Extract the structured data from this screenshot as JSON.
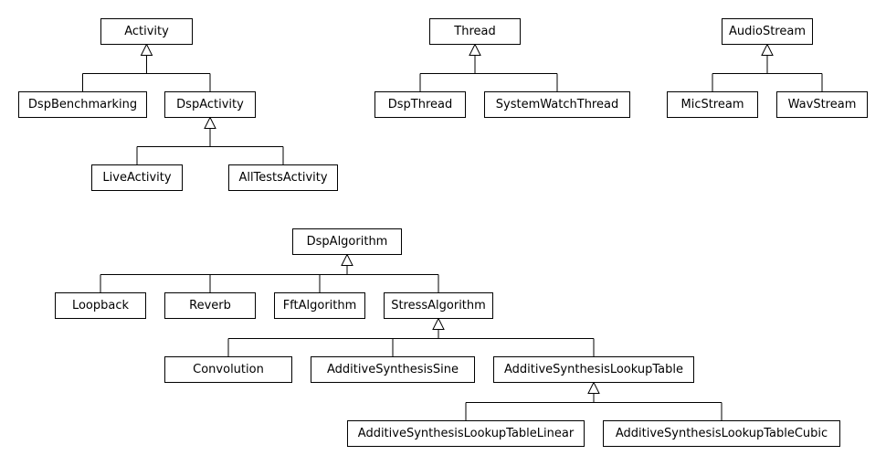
{
  "diagram_type": "UML class inheritance diagram",
  "classes": {
    "activity": "Activity",
    "dsp_benchmarking": "DspBenchmarking",
    "dsp_activity": "DspActivity",
    "live_activity": "LiveActivity",
    "all_tests_activity": "AllTestsActivity",
    "thread": "Thread",
    "dsp_thread": "DspThread",
    "system_watch_thread": "SystemWatchThread",
    "audio_stream": "AudioStream",
    "mic_stream": "MicStream",
    "wav_stream": "WavStream",
    "dsp_algorithm": "DspAlgorithm",
    "loopback": "Loopback",
    "reverb": "Reverb",
    "fft_algorithm": "FftAlgorithm",
    "stress_algorithm": "StressAlgorithm",
    "convolution": "Convolution",
    "additive_synthesis_sine": "AdditiveSynthesisSine",
    "additive_synthesis_lookup_table": "AdditiveSynthesisLookupTable",
    "additive_synthesis_lookup_table_linear": "AdditiveSynthesisLookupTableLinear",
    "additive_synthesis_lookup_table_cubic": "AdditiveSynthesisLookupTableCubic"
  },
  "inheritance": [
    {
      "parent": "activity",
      "children": [
        "dsp_benchmarking",
        "dsp_activity"
      ]
    },
    {
      "parent": "dsp_activity",
      "children": [
        "live_activity",
        "all_tests_activity"
      ]
    },
    {
      "parent": "thread",
      "children": [
        "dsp_thread",
        "system_watch_thread"
      ]
    },
    {
      "parent": "audio_stream",
      "children": [
        "mic_stream",
        "wav_stream"
      ]
    },
    {
      "parent": "dsp_algorithm",
      "children": [
        "loopback",
        "reverb",
        "fft_algorithm",
        "stress_algorithm"
      ]
    },
    {
      "parent": "stress_algorithm",
      "children": [
        "convolution",
        "additive_synthesis_sine",
        "additive_synthesis_lookup_table"
      ]
    },
    {
      "parent": "additive_synthesis_lookup_table",
      "children": [
        "additive_synthesis_lookup_table_linear",
        "additive_synthesis_lookup_table_cubic"
      ]
    }
  ]
}
